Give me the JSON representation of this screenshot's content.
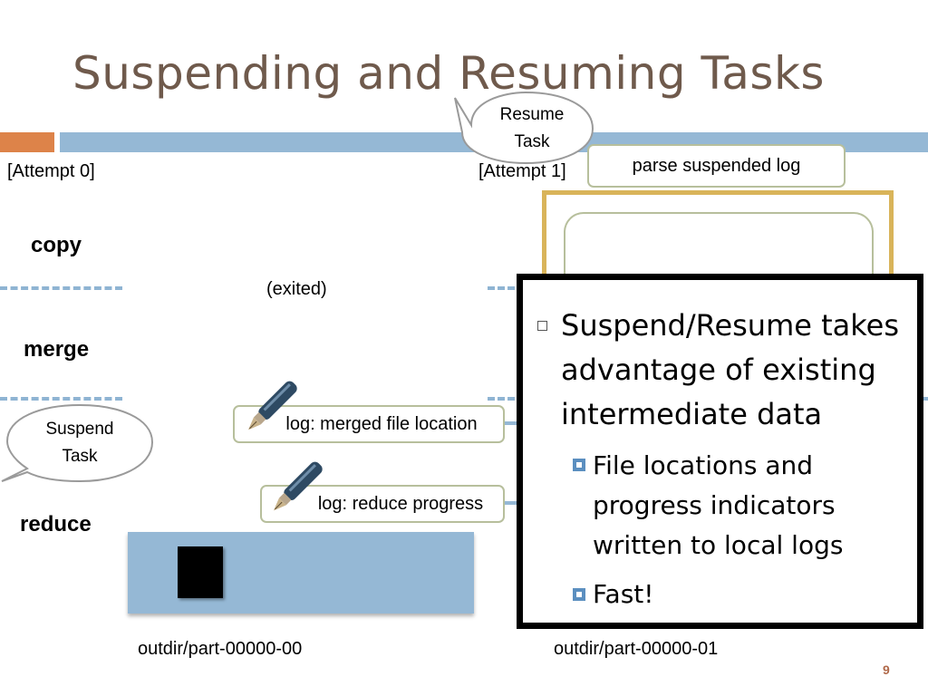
{
  "slide": {
    "title": "Suspending and Resuming Tasks",
    "page_number": "9"
  },
  "attempts": {
    "attempt0": "[Attempt 0]",
    "attempt1": "[Attempt 1]"
  },
  "stages": {
    "copy": "copy",
    "merge": "merge",
    "reduce": "reduce"
  },
  "labels": {
    "exited": "(exited)",
    "log_merged": "log: merged file location",
    "log_reduce": "log: reduce progress",
    "parse_log": "parse suspended log",
    "output0": "outdir/part-00000-00",
    "output1": "outdir/part-00000-01"
  },
  "bubbles": {
    "resume_line1": "Resume",
    "resume_line2": "Task",
    "suspend_line1": "Suspend",
    "suspend_line2": "Task"
  },
  "callout": {
    "main": "Suspend/Resume takes advantage of existing intermediate data",
    "subs": [
      "File locations and progress indicators written to local logs",
      "Fast!"
    ]
  },
  "colors": {
    "title": "#6f5a4c",
    "accent_orange": "#dd8349",
    "accent_blue": "#95b8d5",
    "gold_frame": "#d9b45a",
    "log_border": "#b7bf9c"
  },
  "icons": [
    "fountain-pen-icon",
    "square-bullet-icon",
    "filled-square-bullet-icon"
  ]
}
